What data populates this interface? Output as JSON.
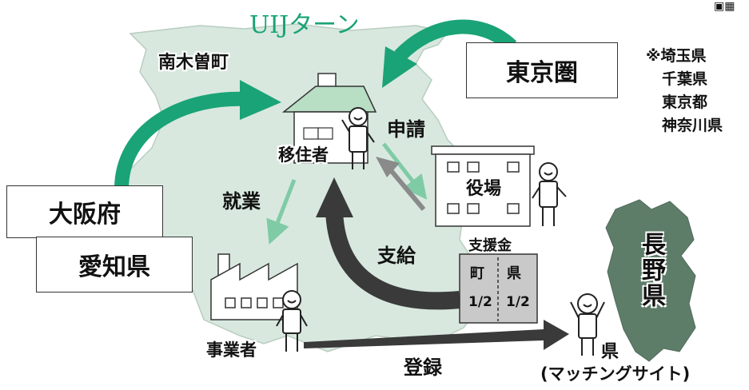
{
  "title": "UIJターン",
  "town": "南木曽町",
  "tokyo_area": {
    "label": "東京圏",
    "note_mark": "※",
    "prefectures": [
      "埼玉県",
      "千葉県",
      "東京都",
      "神奈川県"
    ]
  },
  "origins": [
    "大阪府",
    "愛知県"
  ],
  "actors": {
    "migrant": "移住者",
    "town_office": "役場",
    "employer": "事業者",
    "prefecture": "県"
  },
  "flows": {
    "apply": "申請",
    "employment": "就業",
    "payment": "支給",
    "registration": "登録"
  },
  "subsidy": {
    "title": "支援金",
    "left": "町",
    "right": "県",
    "left_share": "1/2",
    "right_share": "1/2"
  },
  "matching_site": "(マッチングサイト)",
  "nagano": "長野県",
  "colors": {
    "town_region": "#d8e8df",
    "nagano": "#5e7d69",
    "green_arrow": "#1aa377",
    "light_arrow": "#7fcba6",
    "dark_arrow": "#3a3a3a",
    "title": "#1aa377",
    "subsidy_box": "#c9c9c9"
  }
}
